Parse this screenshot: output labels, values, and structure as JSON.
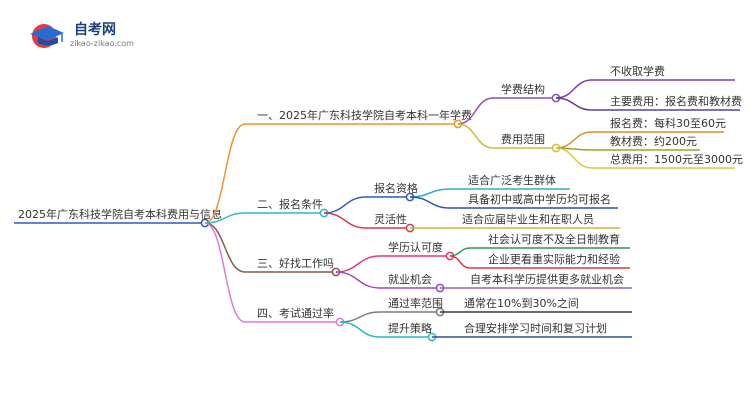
{
  "logo": {
    "title": "自考网",
    "url": "zikao-zikao.com"
  },
  "mindmap": {
    "root": "2025年广东科技学院自考本科费用与信息",
    "branches": [
      {
        "label": "一、2025年广东科技学院自考本科一年学费",
        "color": "#f0922e",
        "children": [
          {
            "label": "学费结构",
            "color": "#8a4fc0",
            "children": [
              {
                "label": "不收取学费",
                "color": "#7f3fb8"
              },
              {
                "label": "主要费用：报名费和教材费",
                "color": "#5b3f9c"
              }
            ]
          },
          {
            "label": "费用范围",
            "color": "#c9c13a",
            "children": [
              {
                "label": "报名费：每科30至60元",
                "color": "#e08a2a"
              },
              {
                "label": "教材费：约200元",
                "color": "#9aa62a"
              },
              {
                "label": "总费用：1500元至3000元",
                "color": "#d9cc3a"
              }
            ]
          }
        ]
      },
      {
        "label": "二、报名条件",
        "color": "#2ab8c8",
        "children": [
          {
            "label": "报名资格",
            "color": "#2f5bbf",
            "children": [
              {
                "label": "适合广泛考生群体",
                "color": "#2fb0c8"
              },
              {
                "label": "具备初中或高中学历均可报名",
                "color": "#2a4fb0"
              }
            ]
          },
          {
            "label": "灵活性",
            "color": "#d63a4a",
            "children": [
              {
                "label": "适合应届毕业生和在职人员",
                "color": "#c8b83a"
              }
            ]
          }
        ]
      },
      {
        "label": "三、好找工作吗",
        "color": "#8a5a4a",
        "children": [
          {
            "label": "学历认可度",
            "color": "#e03a6a",
            "children": [
              {
                "label": "社会认可度不及全日制教育",
                "color": "#2a9a4a"
              },
              {
                "label": "企业更看重实际能力和经验",
                "color": "#d83a3a"
              }
            ]
          },
          {
            "label": "就业机会",
            "color": "#9a4ac0",
            "children": [
              {
                "label": "自考本科学历提供更多就业机会",
                "color": "#8a6ab0"
              }
            ]
          }
        ]
      },
      {
        "label": "四、考试通过率",
        "color": "#e07ad0",
        "children": [
          {
            "label": "通过率范围",
            "color": "#7a7a7a",
            "children": [
              {
                "label": "通常在10%到30%之间",
                "color": "#3a3a3a"
              }
            ]
          },
          {
            "label": "提升策略",
            "color": "#2ab8c8",
            "children": [
              {
                "label": "合理安排学习时间和复习计划",
                "color": "#2a4fa0"
              }
            ]
          }
        ]
      }
    ]
  }
}
